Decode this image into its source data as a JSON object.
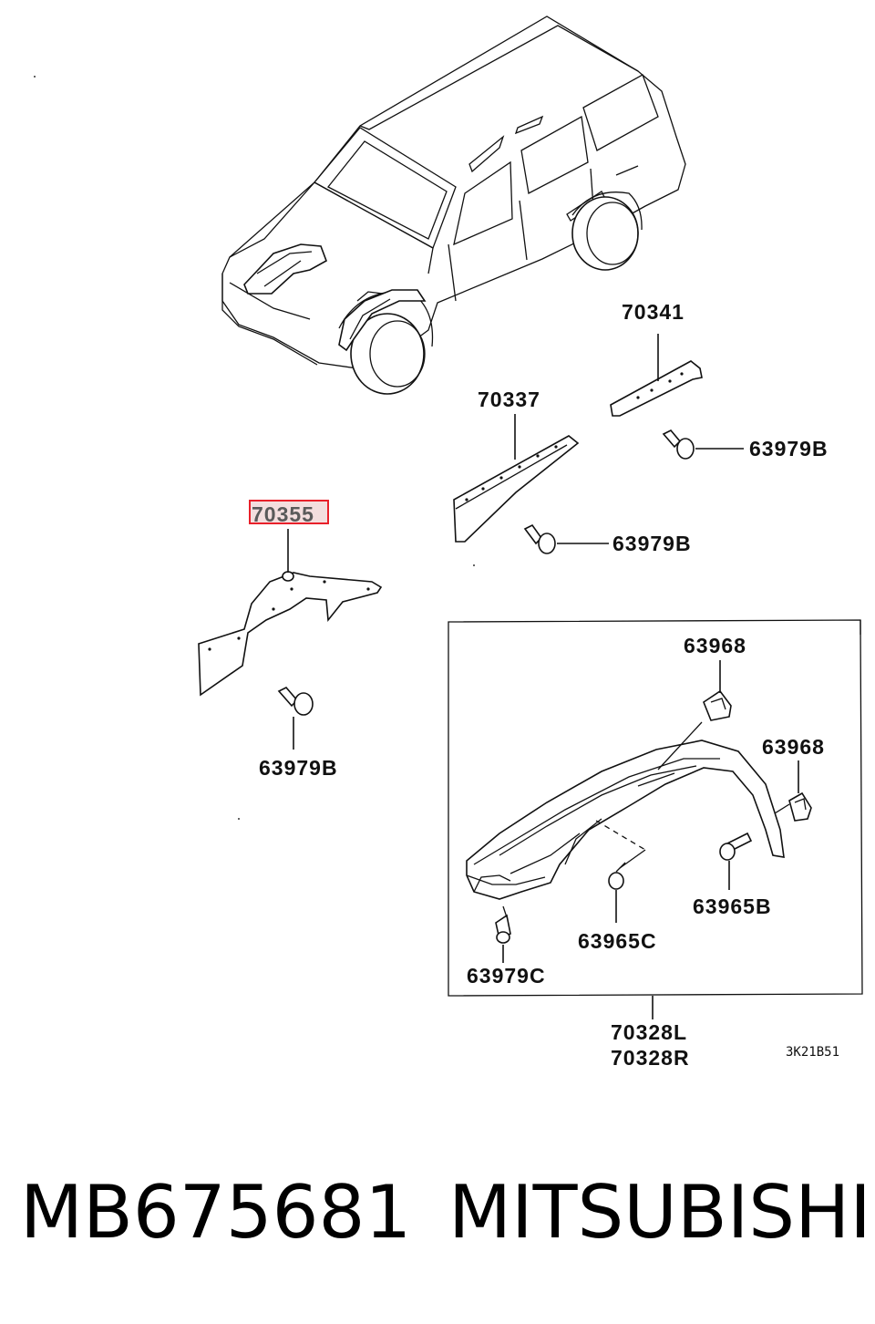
{
  "diagram": {
    "callouts": {
      "p70341": "70341",
      "p70337": "70337",
      "p70355": "70355",
      "p63979b_1": "63979B",
      "p63979b_2": "63979B",
      "p63979b_3": "63979B",
      "p63968_1": "63968",
      "p63968_2": "63968",
      "p63965b": "63965B",
      "p63965c": "63965C",
      "p63979c": "63979C",
      "p70328l": "70328L",
      "p70328r": "70328R"
    },
    "ref_code": "3K21B51",
    "highlight_color": "#e8202a"
  },
  "footer": {
    "part_number": "MB675681",
    "brand": "MITSUBISHI"
  }
}
